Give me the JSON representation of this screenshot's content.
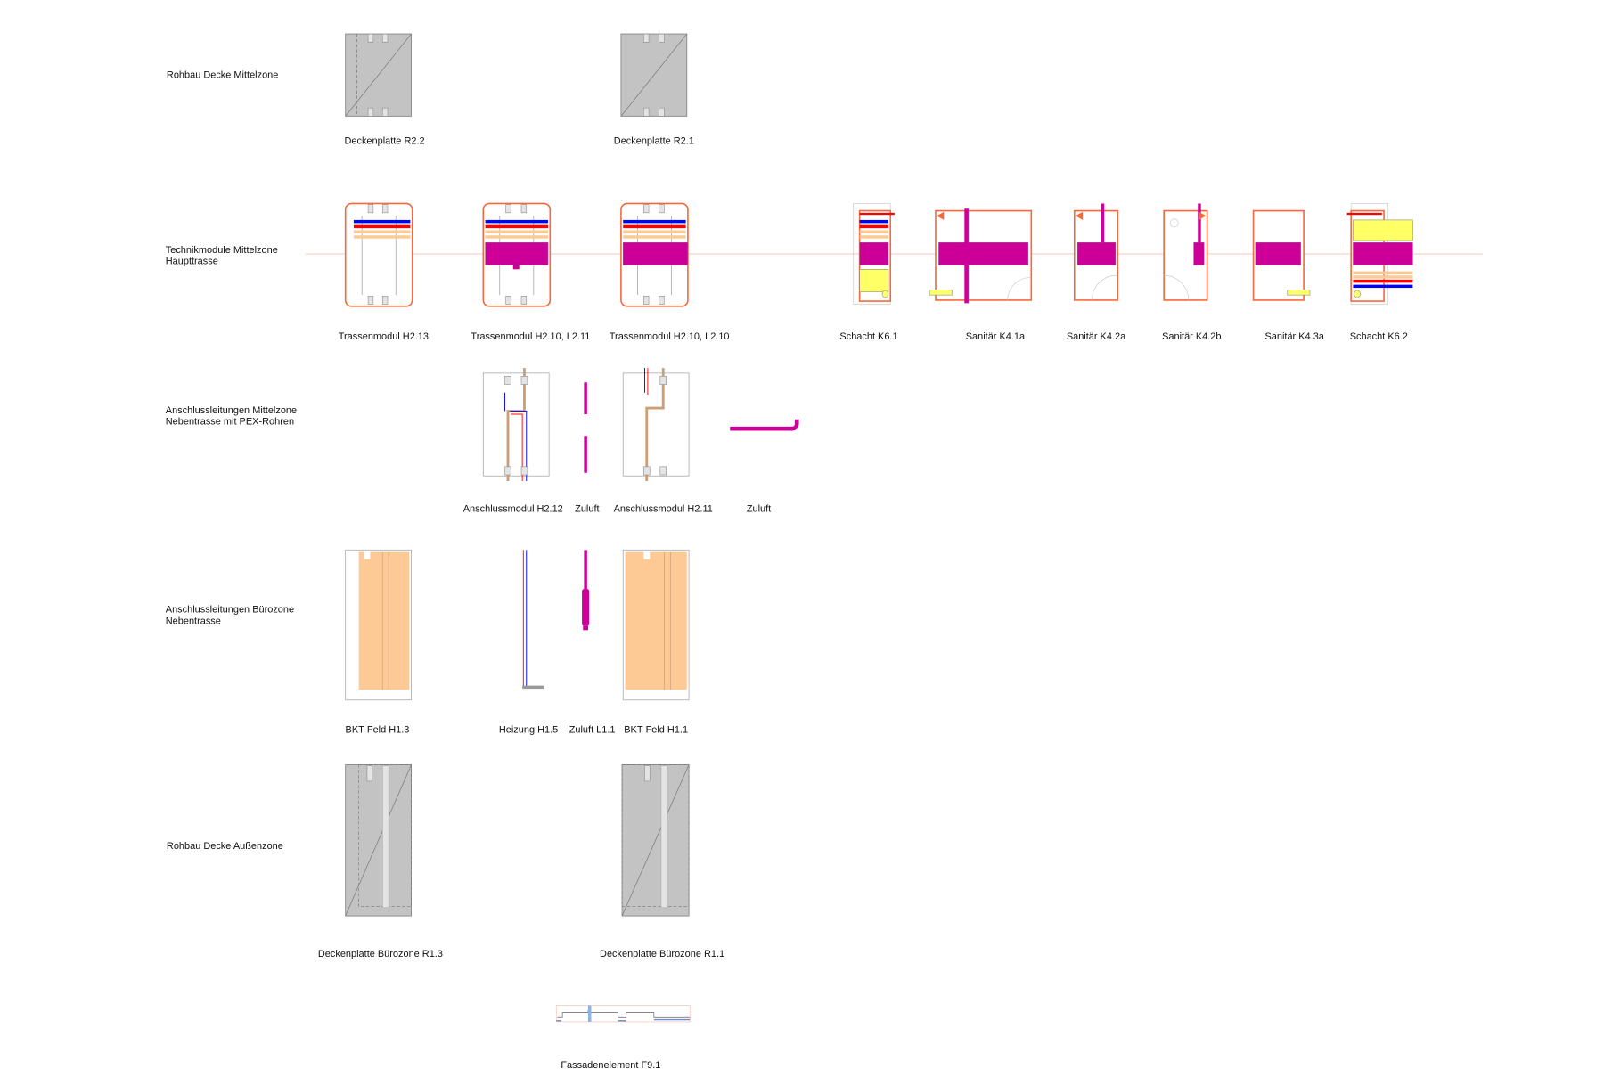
{
  "rows": [
    {
      "label_lines": [
        "Rohbau Decke Mittelzone"
      ]
    },
    {
      "label_lines": [
        "Technikmodule Mittelzone",
        "Haupttrasse"
      ]
    },
    {
      "label_lines": [
        "Anschlussleitungen Mittelzone",
        "Nebentrasse mit PEX-Rohren"
      ]
    },
    {
      "label_lines": [
        "Anschlussleitungen Bürozone",
        "Nebentrasse"
      ]
    },
    {
      "label_lines": [
        "Rohbau Decke Außenzone"
      ]
    }
  ],
  "captions": {
    "r22": "Deckenplatte R2.2",
    "r21": "Deckenplatte R2.1",
    "h213": "Trassenmodul H2.13",
    "h210l211": "Trassenmodul H2.10, L2.11",
    "h210l210": "Trassenmodul H2.10, L2.10",
    "k61": "Schacht K6.1",
    "k41a": "Sanitär K4.1a",
    "k42a": "Sanitär K4.2a",
    "k42b": "Sanitär K4.2b",
    "k43a": "Sanitär K4.3a",
    "k62": "Schacht K6.2",
    "h212": "Anschlussmodul H2.12",
    "zuluft1": "Zuluft",
    "h211": "Anschlussmodul H2.11",
    "zuluft2": "Zuluft",
    "h13": "BKT-Feld H1.3",
    "h15": "Heizung H1.5",
    "l11": "Zuluft L1.1",
    "h11": "BKT-Feld H1.1",
    "r13": "Deckenplatte Bürozone R1.3",
    "r11": "Deckenplatte Bürozone R1.1",
    "f91": "Fassadenelement F9.1"
  },
  "colors": {
    "magenta": "#cc0099",
    "orange": "#f36a3c",
    "blue": "#0000ff",
    "red": "#ff0000",
    "peach": "#fdca96",
    "yellow": "#ffff66",
    "slab": "#c3c3c3"
  }
}
